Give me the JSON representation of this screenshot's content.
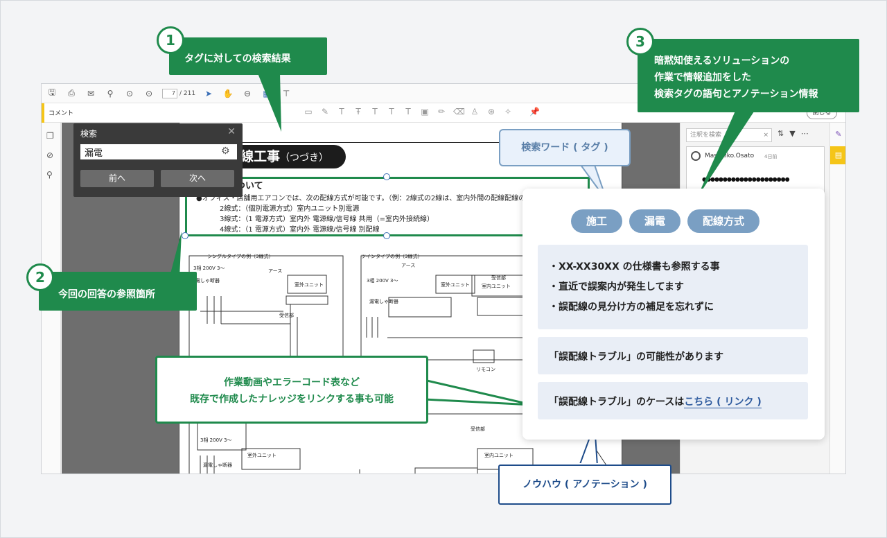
{
  "viewer": {
    "page_current": "7",
    "page_total": "/ 211",
    "comment_label": "コメント",
    "close_label": "閉じる"
  },
  "search": {
    "title": "検索",
    "query": "漏電",
    "prev_label": "前へ",
    "next_label": "次へ"
  },
  "document": {
    "heading": "線工事",
    "heading_sub": "（つづき）",
    "section": "ついて",
    "lines": [
      "●オフィス・店舗用エアコンでは、次の配線方式が可能です。（例：2線式の2線は、室内外間の配線配線の本数",
      "2線式：（個別電源方式）室内ユニット別電源",
      "3線式：（1 電源方式）室内外 電源線/信号線 共用（=室内外接続線）",
      "4線式：（1 電源方式）室内外 電源線/信号線 別配線"
    ],
    "diagram_labels": {
      "single": "シングルタイプの例（3線式）",
      "twin": "ツインタイプの例（3線式）",
      "outdoor_unit": "室外ユニット",
      "indoor_unit": "室内ユニット",
      "earth": "アース",
      "power": "3相 200V 3～",
      "breaker": "漏電しゃ断器",
      "remote": "リモコン",
      "receiver": "受信部"
    }
  },
  "comments_panel": {
    "search_placeholder": "注釈を検索",
    "user": "Masahiko.Osato",
    "time": "4日前",
    "masked": "●●●●●●●●●●●●●●●●●●●●●"
  },
  "annotations": {
    "c1_num": "1",
    "c1_text": "タグに対しての検索結果",
    "c2_num": "2",
    "c2_text": "今回の回答の参照箇所",
    "c3_num": "3",
    "c3_lines": [
      "暗黙知使えるソリューションの",
      "作業で情報追加をした",
      "検索タグの語句とアノテーション情報"
    ],
    "search_word_label": "検索ワード ( タグ )",
    "knowhow_label": "ノウハウ ( アノテーション )",
    "link_callout_lines": [
      "作業動画やエラーコード表など",
      "既存で作成したナレッジをリンクする事も可能"
    ]
  },
  "card": {
    "tags": [
      "施工",
      "漏電",
      "配線方式"
    ],
    "notes": [
      "・XX-XX30XX の仕様書も参照する事",
      "・直近で誤案内が発生してます",
      "・誤配線の見分け方の補足を忘れずに"
    ],
    "possibility": "「誤配線トラブル」の可能性があります",
    "case_prefix": "「誤配線トラブル」のケースは",
    "case_link": "こちら ( リンク )"
  },
  "colors": {
    "green": "#1f8a4c",
    "tag_blue": "#7a9fc3",
    "navy": "#1e4c8a",
    "note_bg": "#e9eef6"
  }
}
